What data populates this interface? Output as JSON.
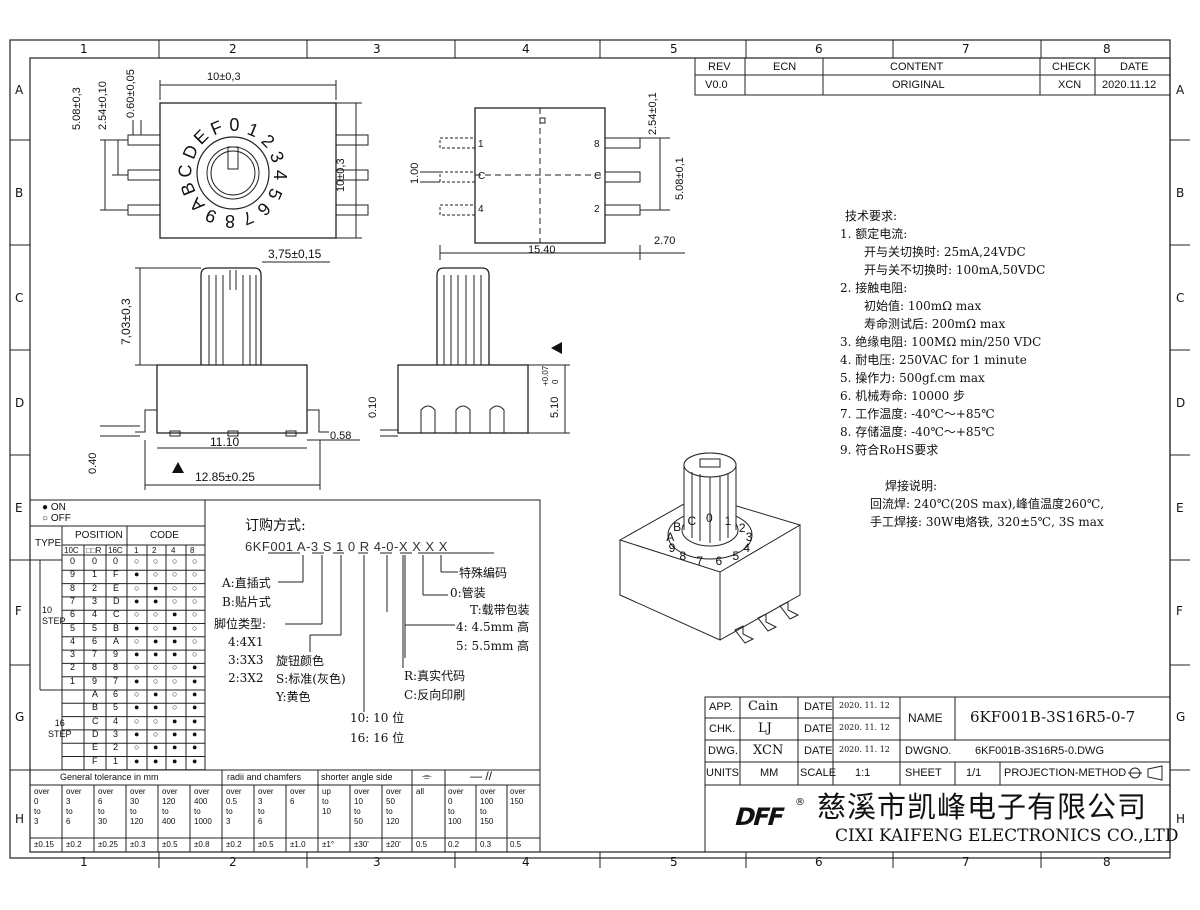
{
  "border": {
    "cols_top": [
      "1",
      "2",
      "3",
      "4",
      "5",
      "6",
      "7",
      "8"
    ],
    "rows": [
      "A",
      "B",
      "C",
      "D",
      "E",
      "F",
      "G",
      "H"
    ]
  },
  "revision": {
    "headers": [
      "REV",
      "ECN",
      "CONTENT",
      "CHECK",
      "DATE"
    ],
    "row": [
      "V0.0",
      "",
      "ORIGINAL",
      "XCN",
      "2020.11.12"
    ]
  },
  "dims": {
    "top_width": "10±0,3",
    "pin_508": "5.08±0,3",
    "pin_254": "2.54±0,10",
    "pin_060": "0.60±0,05",
    "body_10": "10±0,3",
    "side_254": "2.54±0,1",
    "side_508": "5.08±0,1",
    "d100": "1.00",
    "d1540": "15.40",
    "d270": "2.70",
    "knob_375": "3,75±0,15",
    "knob_703": "7,03±0,3",
    "d1110": "11.10",
    "d058": "0.58",
    "d040": "0.40",
    "d1285": "12.85±0.25",
    "d010": "0.10",
    "d510": "5.10",
    "d510_tol_up": "+0.07",
    "d510_tol_dn": "0",
    "dial_chars": [
      "0",
      "1",
      "2",
      "3",
      "4",
      "5",
      "6",
      "7",
      "8",
      "9",
      "A",
      "B",
      "C",
      "D",
      "E",
      "F"
    ],
    "pin_labels": [
      "1",
      "C",
      "4",
      "8",
      "C",
      "2"
    ]
  },
  "requirements": {
    "title": "技术要求:",
    "lines": [
      "1. 额定电流:",
      "开与关切换时:        25mA,24VDC",
      "开与关不切换时:    100mA,50VDC",
      "2. 接触电阻:",
      "初始值:        100mΩ  max",
      "寿命测试后:    200mΩ  max",
      "3. 绝缘电阻:    100MΩ  min/250  VDC",
      "4. 耐电压:      250VAC for 1 minute",
      "5. 操作力:      500gf.cm max",
      "6. 机械寿命:    10000 步",
      "7. 工作温度:   -40℃～+85℃",
      "8. 存储温度:   -40℃～+85℃",
      "9. 符合RoHS要求"
    ],
    "solder_title": "焊接说明:",
    "solder_lines": [
      "回流焊: 240℃(20S max),峰值温度260℃,",
      "手工焊接: 30W电烙铁, 320±5℃, 3S max"
    ]
  },
  "ordering": {
    "title": "订购方式:",
    "code": "6KF001 A-3 S 1 0 R 4-0-X X X X",
    "items": [
      "特殊编码",
      "0:管装",
      "T:载带包装",
      "4:  4.5mm 高",
      "5:  5.5mm 高",
      "R:真实代码",
      "C:反向印刷",
      "10: 10 位",
      "16: 16 位",
      "A:直插式",
      "B:贴片式",
      "脚位类型:",
      "4:4X1",
      "3:3X3",
      "2:3X2",
      "旋钮颜色",
      "S:标准(灰色)",
      "Y:黄色"
    ]
  },
  "code_table": {
    "legend_on": "● ON",
    "legend_off": "○ OFF",
    "type": "TYPE",
    "position": "POSITION",
    "code": "CODE",
    "sub": [
      "10C",
      "□□R",
      "16C",
      "1",
      "2",
      "4",
      "8"
    ],
    "step10": "10\nSTEP",
    "step16": "16\nSTEP",
    "rows": [
      [
        "0",
        "0",
        "0",
        "○",
        "○",
        "○",
        "○"
      ],
      [
        "9",
        "1",
        "F",
        "●",
        "○",
        "○",
        "○"
      ],
      [
        "8",
        "2",
        "E",
        "○",
        "●",
        "○",
        "○"
      ],
      [
        "7",
        "3",
        "D",
        "●",
        "●",
        "○",
        "○"
      ],
      [
        "6",
        "4",
        "C",
        "○",
        "○",
        "●",
        "○"
      ],
      [
        "5",
        "5",
        "B",
        "●",
        "○",
        "●",
        "○"
      ],
      [
        "4",
        "6",
        "A",
        "○",
        "●",
        "●",
        "○"
      ],
      [
        "3",
        "7",
        "9",
        "●",
        "●",
        "●",
        "○"
      ],
      [
        "2",
        "8",
        "8",
        "○",
        "○",
        "○",
        "●"
      ],
      [
        "1",
        "9",
        "7",
        "●",
        "○",
        "○",
        "●"
      ],
      [
        "",
        "A",
        "6",
        "○",
        "●",
        "○",
        "●"
      ],
      [
        "",
        "B",
        "5",
        "●",
        "●",
        "○",
        "●"
      ],
      [
        "",
        "C",
        "4",
        "○",
        "○",
        "●",
        "●"
      ],
      [
        "",
        "D",
        "3",
        "●",
        "○",
        "●",
        "●"
      ],
      [
        "",
        "E",
        "2",
        "○",
        "●",
        "●",
        "●"
      ],
      [
        "",
        "F",
        "1",
        "●",
        "●",
        "●",
        "●"
      ]
    ]
  },
  "tolerance": {
    "group1": "General tolerance in mm",
    "group2": "radii and chamfers",
    "group3": "shorter angle side",
    "cols": [
      [
        "over\n0\nto\n3",
        "±0.15"
      ],
      [
        "over\n3\nto\n6",
        "±0.2"
      ],
      [
        "over\n6\nto\n30",
        "±0.25"
      ],
      [
        "over\n30\nto\n120",
        "±0.3"
      ],
      [
        "over\n120\nto\n400",
        "±0.5"
      ],
      [
        "over\n400\nto\n1000",
        "±0.8"
      ],
      [
        "over\n0.5\nto\n3",
        "±0.2"
      ],
      [
        "over\n3\nto\n6",
        "±0.5"
      ],
      [
        "over\n6",
        "±1.0"
      ],
      [
        "up\nto\n10",
        "±1°"
      ],
      [
        "over\n10\nto\n50",
        "±30'"
      ],
      [
        "over\n50\nto\n120",
        "±20'"
      ],
      [
        "all",
        "0.5"
      ],
      [
        "over\n0\nto\n100",
        "0.2"
      ],
      [
        "over\n100\nto\n150",
        "0.3"
      ],
      [
        "over\n150",
        "0.5"
      ]
    ]
  },
  "title_block": {
    "app_label": "APP.",
    "app": "Cain",
    "date_label": "DATE",
    "app_date": "2020. 11. 12",
    "chk_label": "CHK.",
    "chk": "LJ",
    "chk_date": "2020. 11. 12",
    "dwg_label": "DWG.",
    "dwg": "XCN",
    "dwg_date": "2020. 11. 12",
    "name_label": "NAME",
    "name": "6KF001B-3S16R5-0-7",
    "dwgno_label": "DWGNO.",
    "dwgno": "6KF001B-3S16R5-0.DWG",
    "units_label": "UNITS",
    "units": "MM",
    "scale_label": "SCALE",
    "scale": "1:1",
    "sheet_label": "SHEET",
    "sheet": "1/1",
    "proj_label": "PROJECTION-METHOD",
    "logo": "DFF",
    "company_cn": "慈溪市凯峰电子有限公司",
    "company_en": "CIXI KAIFENG ELECTRONICS CO.,LTD"
  }
}
